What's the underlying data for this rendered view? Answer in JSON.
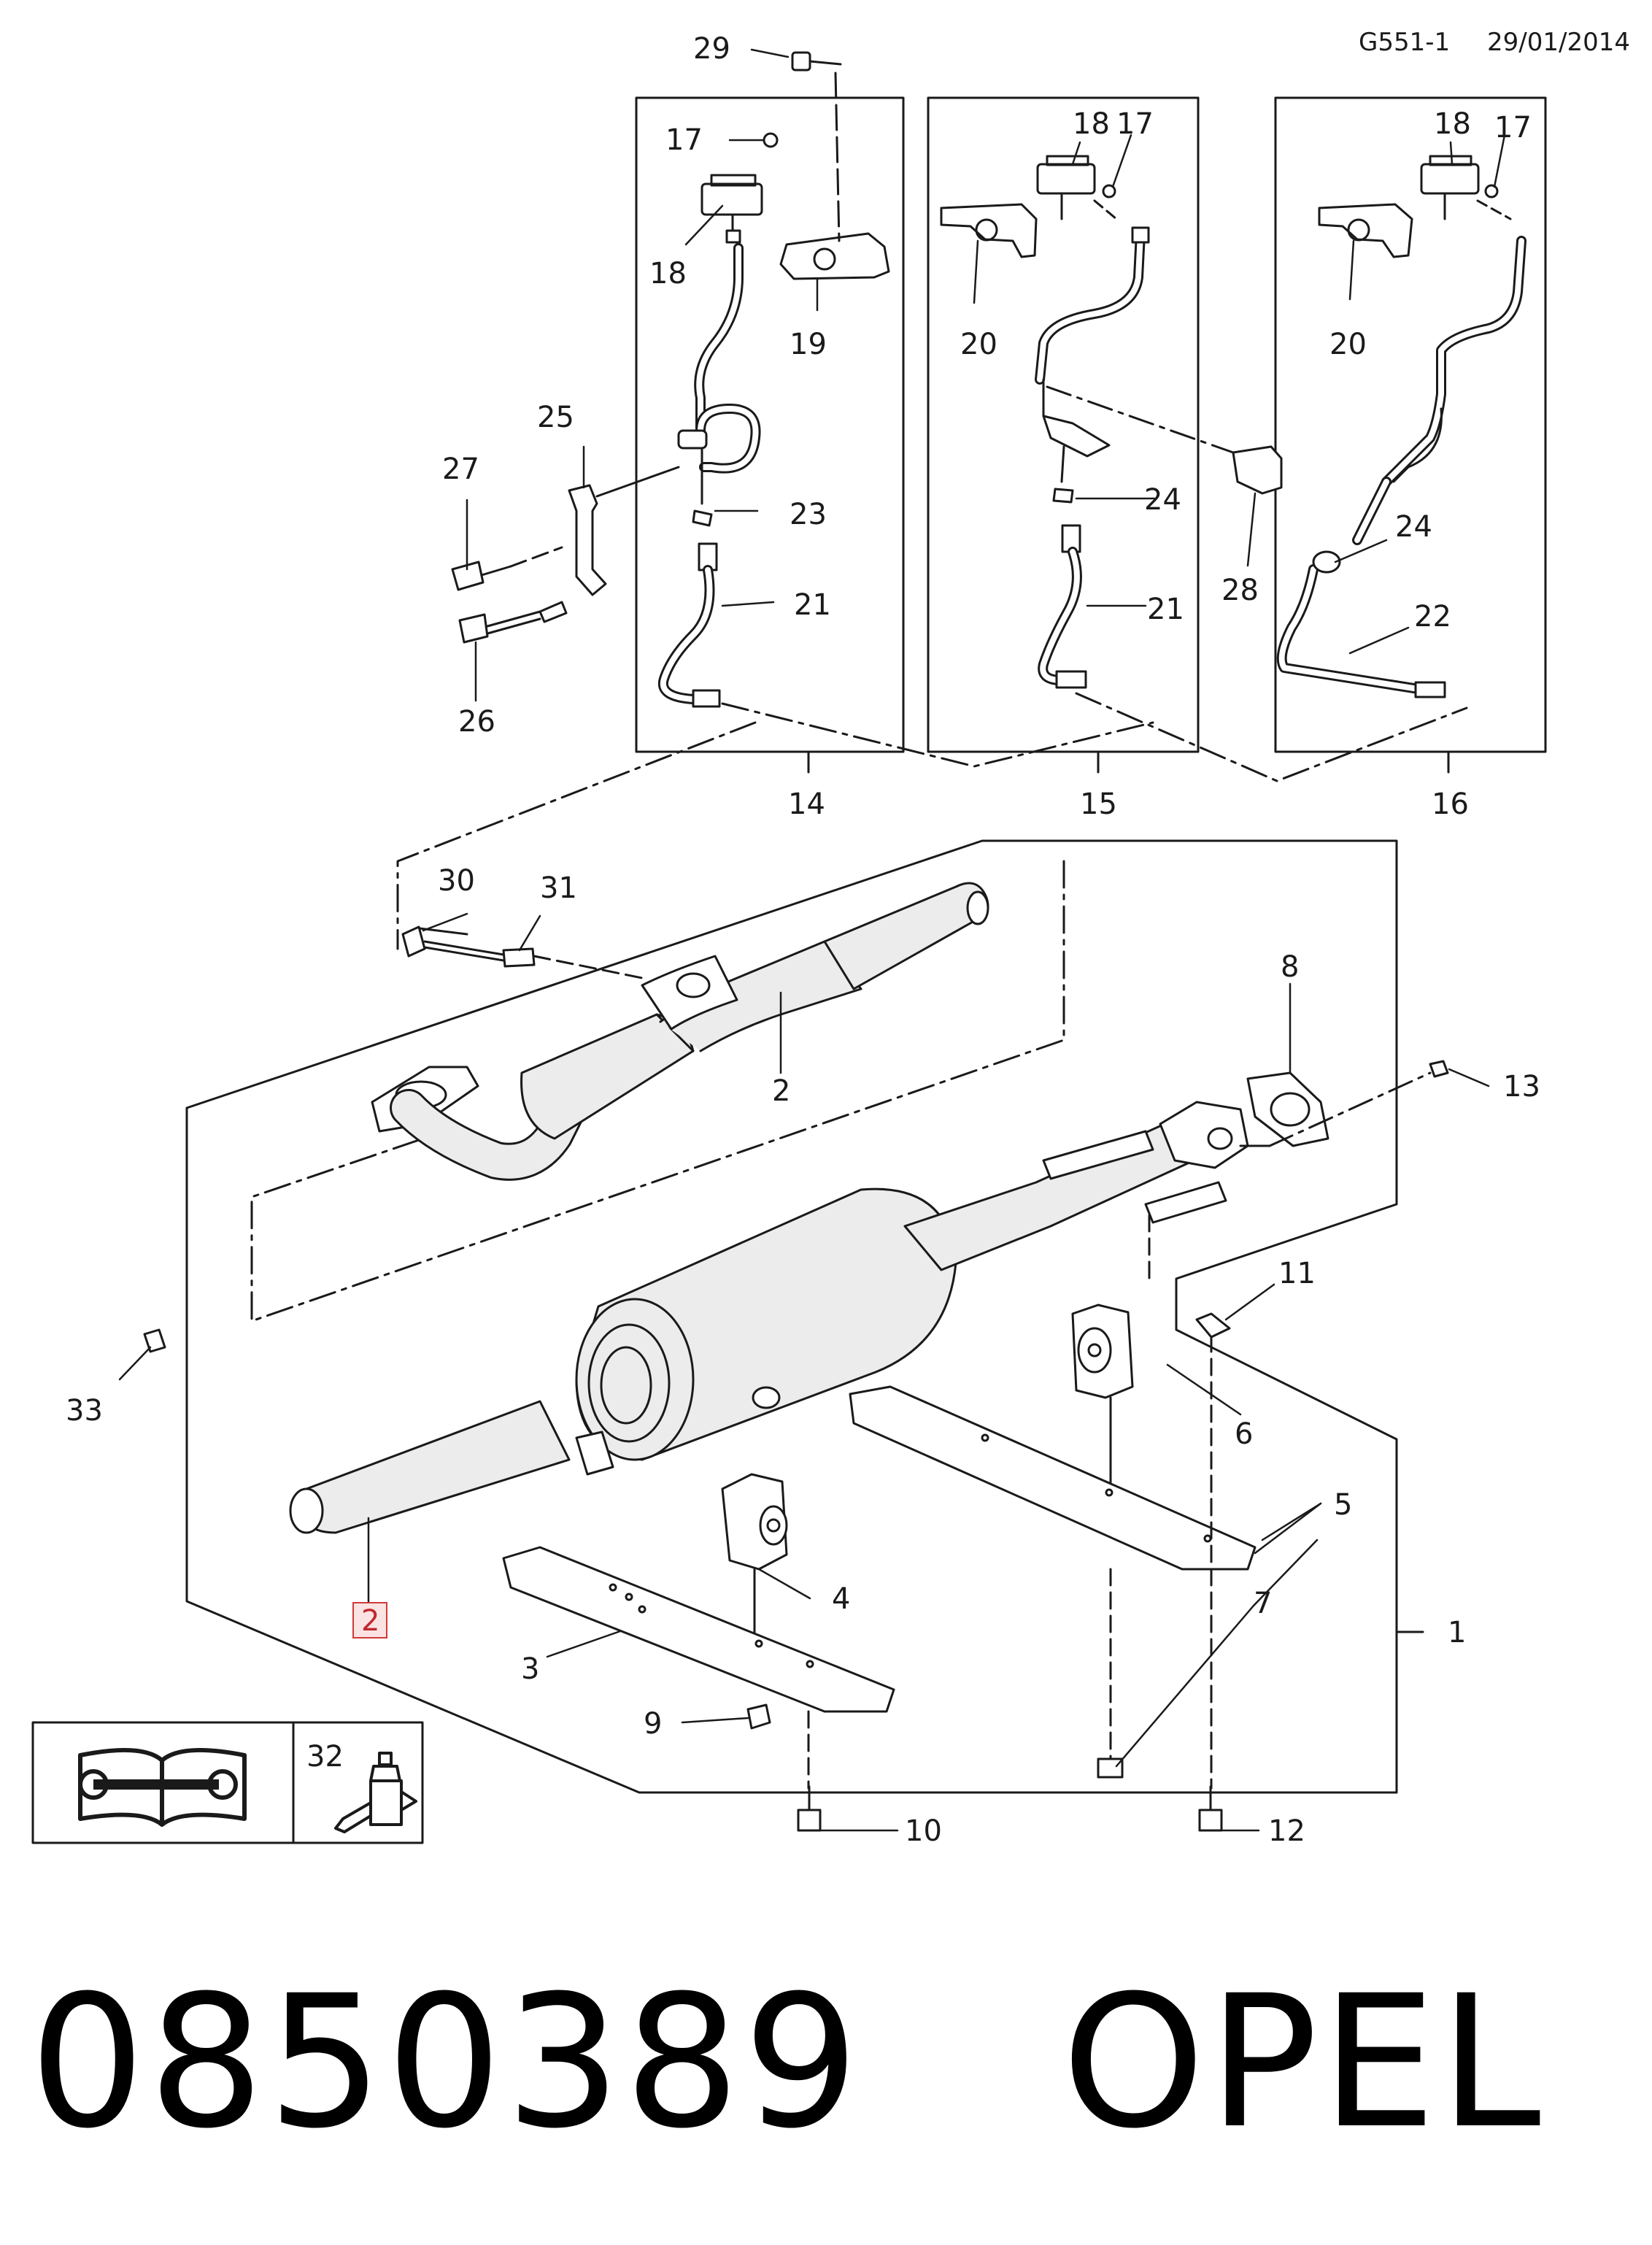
{
  "header": {
    "diagram_code": "G551-1",
    "date": "29/01/2014"
  },
  "callouts": {
    "c1": "1",
    "c2": "2",
    "c2_highlight": "2",
    "c3": "3",
    "c4": "4",
    "c5": "5",
    "c6": "6",
    "c7": "7",
    "c8": "8",
    "c9": "9",
    "c10": "10",
    "c11": "11",
    "c12": "12",
    "c13": "13",
    "c14": "14",
    "c15": "15",
    "c16": "16",
    "c17a": "17",
    "c17b": "17",
    "c17c": "17",
    "c18a": "18",
    "c18b": "18",
    "c18c": "18",
    "c19": "19",
    "c20a": "20",
    "c20b": "20",
    "c21a": "21",
    "c21b": "21",
    "c22": "22",
    "c23": "23",
    "c24a": "24",
    "c24b": "24",
    "c25": "25",
    "c26": "26",
    "c27": "27",
    "c28": "28",
    "c29": "29",
    "c30": "30",
    "c31": "31",
    "c32": "32",
    "c33": "33"
  },
  "highlighted_part": "2",
  "icons": [
    "repair-manual-icon",
    "sealant-applicator-icon"
  ],
  "colors": {
    "line": "#1a1a1a",
    "pipe_fill": "#ececec",
    "highlight_border": "#d03a3a",
    "highlight_fill": "#fbe3e3"
  },
  "caption": {
    "part_number": "0850389",
    "brand": "OPEL"
  }
}
